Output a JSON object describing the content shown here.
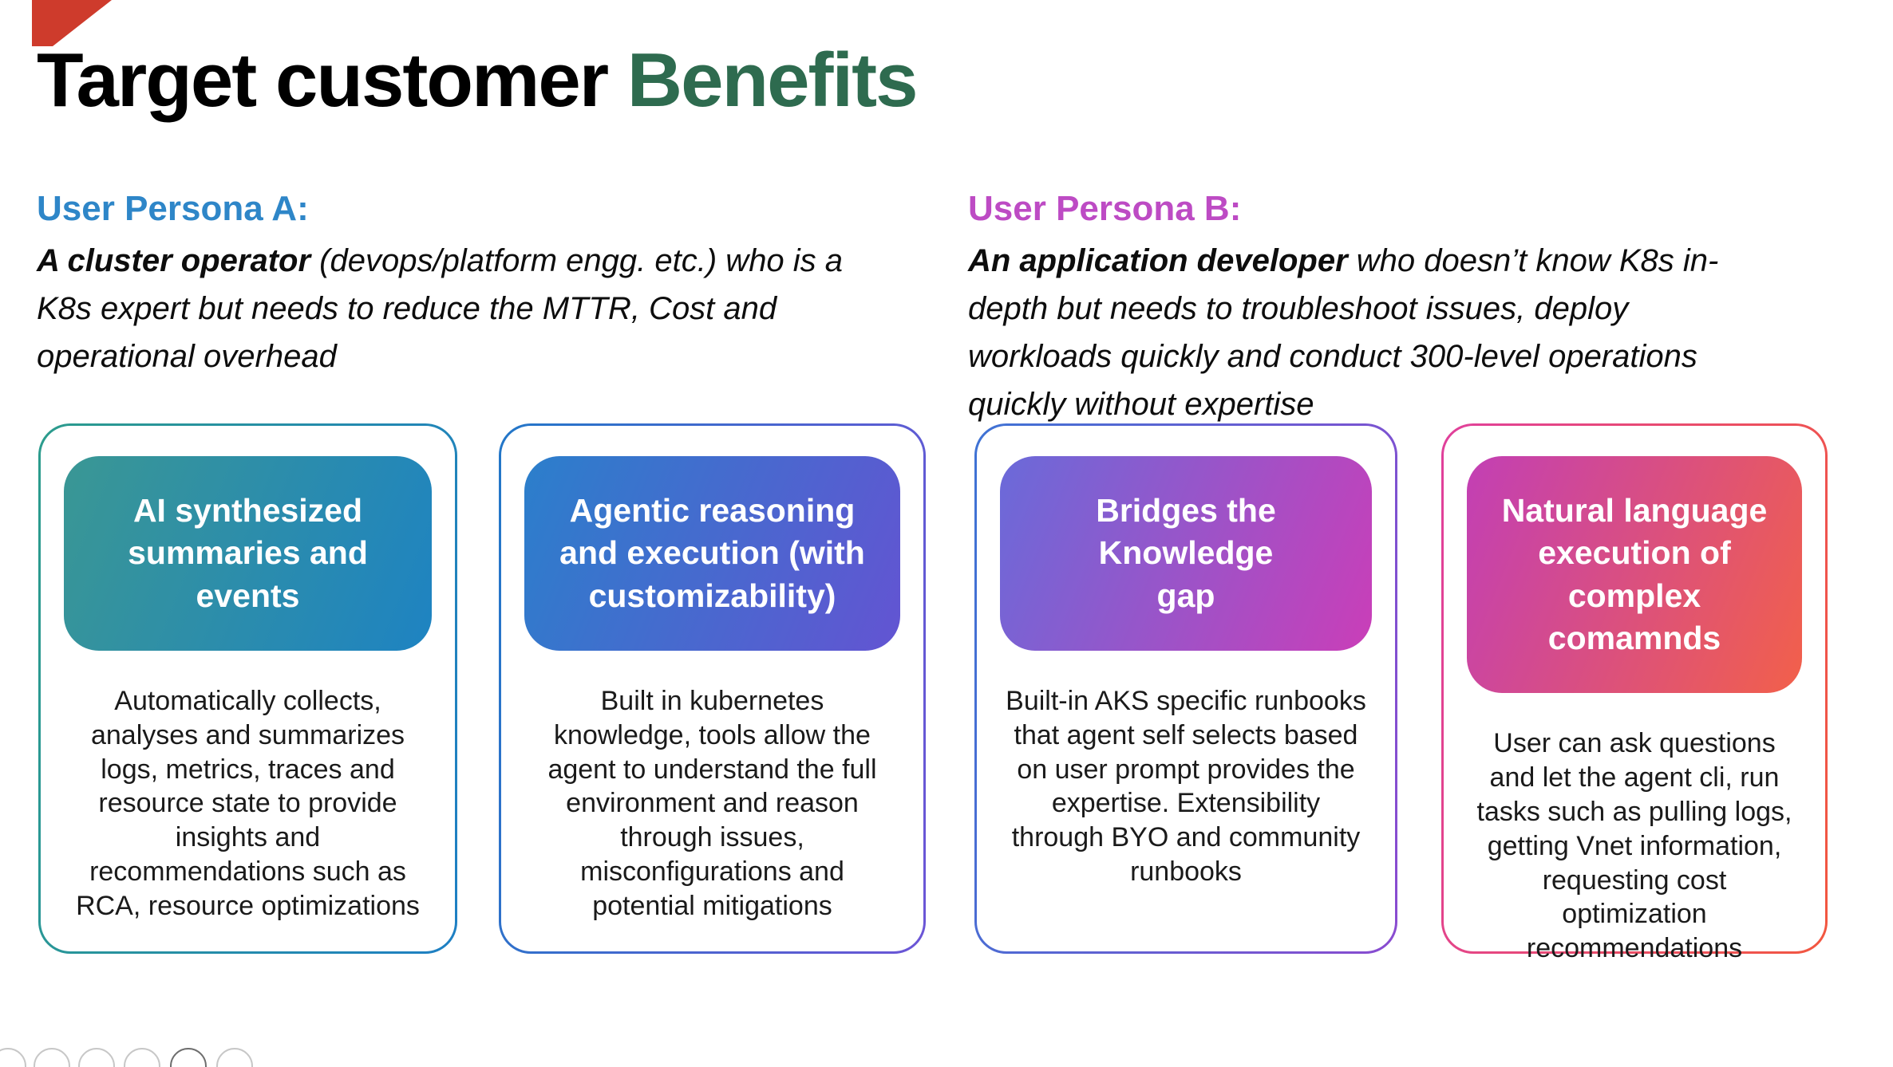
{
  "title": {
    "part1": "Target customer ",
    "part2": "Benefits"
  },
  "colors": {
    "title_accent": "#2E6B4F",
    "persona_a_heading": "#2E86C8",
    "persona_b_heading": "#BD4BC4",
    "body_text": "#1A1A1A",
    "card_title_text": "#FFFFFF",
    "corner_decoration": "#CE3B2C"
  },
  "personas": [
    {
      "heading": "User Persona A:",
      "lead": "A cluster operator",
      "rest": " (devops/platform engg. etc.) who is a K8s expert but needs to reduce the MTTR, Cost and operational overhead"
    },
    {
      "heading": "User Persona B:",
      "lead": "An application developer",
      "rest": " who doesn’t know K8s in-depth but needs to troubleshoot issues, deploy workloads quickly and conduct 300-level operations quickly without expertise"
    }
  ],
  "cards": [
    {
      "title": "AI synthesized summaries and events",
      "body": "Automatically collects, analyses and summarizes logs, metrics, traces and resource state to provide insights and recommendations such as RCA, resource optimizations",
      "header_gradient": [
        "#3A9794",
        "#1E83C2"
      ],
      "border_gradient": [
        "#2C9C8C",
        "#1E7FC4"
      ]
    },
    {
      "title": "Agentic reasoning and execution (with customizability)",
      "body": "Built in kubernetes knowledge, tools allow the agent to understand the full environment and reason through issues, misconfigurations and potential mitigations",
      "header_gradient": [
        "#2B7FCB",
        "#6354D2"
      ],
      "border_gradient": [
        "#2277C8",
        "#6C55D6"
      ]
    },
    {
      "title": "Bridges the Knowledge gap",
      "body": "Built-in AKS specific runbooks that agent self selects based on user prompt provides the expertise. Extensibility through BYO and community runbooks",
      "header_gradient": [
        "#6A6AD9",
        "#CA3EB8"
      ],
      "border_gradient": [
        "#3E73D4",
        "#8A4BD0"
      ]
    },
    {
      "title": "Natural language execution of complex comamnds",
      "body": "User can ask questions and let the agent cli, run tasks such as pulling logs, getting Vnet information, requesting cost optimization recommendations",
      "header_gradient": [
        "#C23FB5",
        "#F2604A"
      ],
      "border_gradient": [
        "#E0409C",
        "#F2573F"
      ]
    }
  ],
  "bottom_icons": {
    "names": [
      "circle-button-1",
      "circle-button-2",
      "circle-button-3",
      "circle-button-4",
      "circle-button-5",
      "circle-button-6"
    ]
  }
}
